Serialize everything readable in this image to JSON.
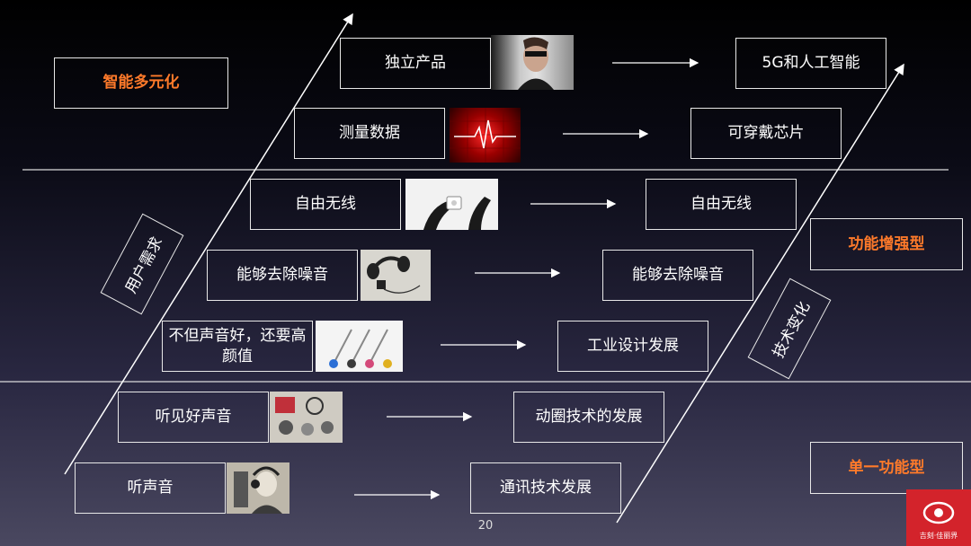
{
  "categories": {
    "smart": "智能多元化",
    "enhanced": "功能增强型",
    "single": "单一功能型"
  },
  "axes": {
    "user_needs": "用户需求",
    "tech_change": "技术变化"
  },
  "rows": [
    {
      "need": "独立产品",
      "tech": "5G和人工智能",
      "photo": "man-with-glasses-photo"
    },
    {
      "need": "测量数据",
      "tech": "可穿戴芯片",
      "photo": "heartbeat-pulse-image"
    },
    {
      "need": "自由无线",
      "tech": "自由无线",
      "photo": "hand-with-earbuds-photo"
    },
    {
      "need": "能够去除噪音",
      "tech": "能够去除噪音",
      "photo": "noise-cancelling-headphones-photo"
    },
    {
      "need": "不但声音好，还要高颜值",
      "tech": "工业设计发展",
      "photo": "colorful-headphones-photo"
    },
    {
      "need": "听见好声音",
      "tech": "动圈技术的发展",
      "photo": "headphone-parts-photo"
    },
    {
      "need": "听声音",
      "tech": "通讯技术发展",
      "photo": "vintage-headphones-woman-photo"
    }
  ],
  "page_number": "20",
  "brand": {
    "text": "吉刻·佳丽界",
    "color": "#d3232b"
  }
}
